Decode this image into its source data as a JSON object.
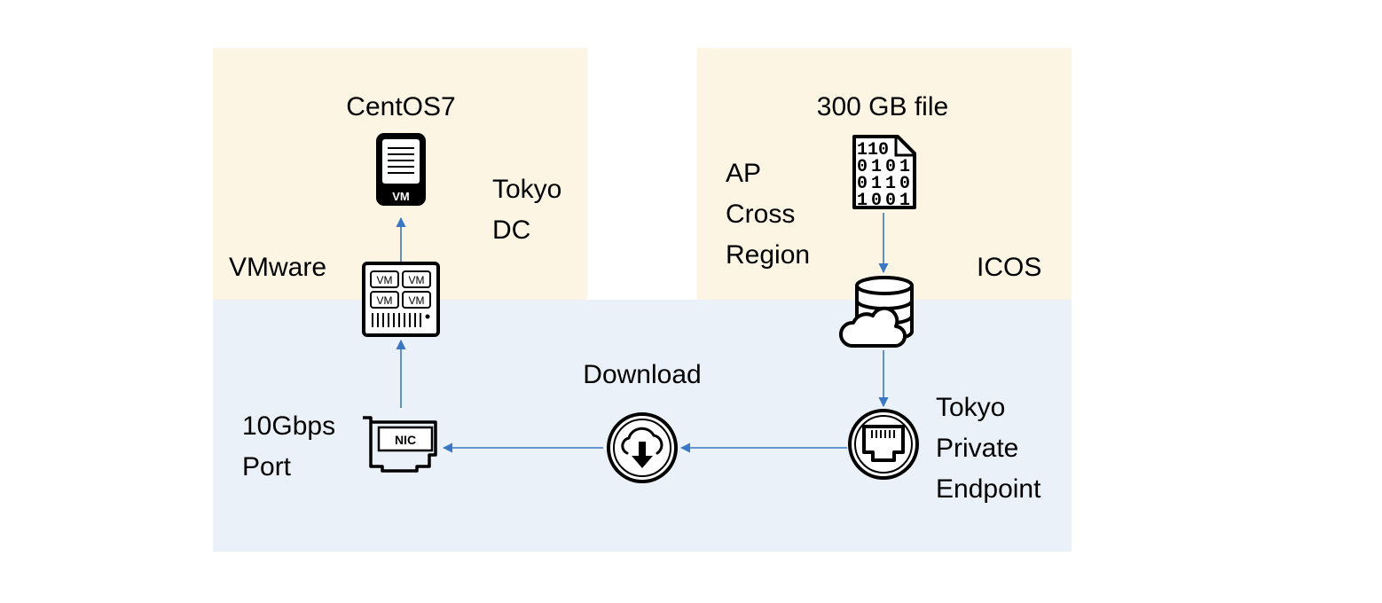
{
  "regions": {
    "tokyo_dc": {
      "label_line1": "Tokyo",
      "label_line2": "DC"
    },
    "icos": {
      "label": "ICOS",
      "region_line1": "AP",
      "region_line2": "Cross",
      "region_line3": "Region"
    },
    "network": {}
  },
  "nodes": {
    "centos_vm": {
      "label": "CentOS7",
      "icon_text": "VM",
      "icon": "vm-server-icon"
    },
    "vmware_host": {
      "label": "VMware",
      "icon_text": "VM",
      "icon": "vmware-host-icon"
    },
    "nic": {
      "label_line1": "10Gbps",
      "label_line2": "Port",
      "icon_text": "NIC",
      "icon": "nic-card-icon"
    },
    "download": {
      "label": "Download",
      "icon": "cloud-download-icon"
    },
    "file": {
      "label": "300 GB file",
      "icon": "binary-file-icon",
      "icon_lines": [
        "110",
        "0101",
        "0110",
        "1001"
      ]
    },
    "storage": {
      "icon": "cloud-storage-icon"
    },
    "endpoint": {
      "label_line1": "Tokyo",
      "label_line2": "Private",
      "label_line3": "Endpoint",
      "icon": "ethernet-port-icon"
    }
  },
  "colors": {
    "region_fill": "#fdf5e4",
    "network_fill": "#ebf1f8",
    "arrow": "#3a78c3",
    "icon": "#000000"
  }
}
